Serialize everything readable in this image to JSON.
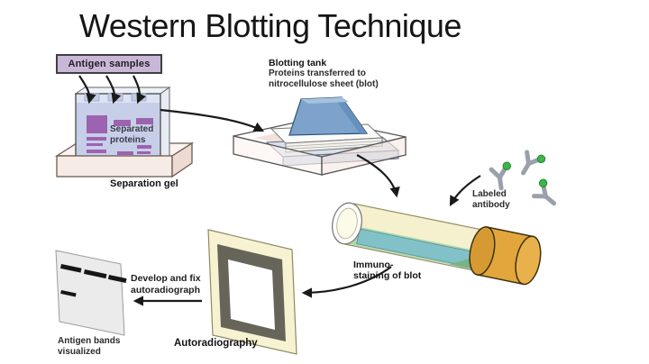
{
  "slide": {
    "title": "Western Blotting Technique"
  },
  "diagram": {
    "antigen_samples_label": "Antigen samples",
    "separated_proteins_label": "Separated\nproteins",
    "separation_gel_label": "Separation gel",
    "blotting_tank": {
      "title": "Blotting tank",
      "description": "Proteins transferred to\nnitrocellulose sheet (blot)"
    },
    "labeled_antibody_label": "Labeled\nantibody",
    "immunostaining_label": "Immuno-\nstaining of blot",
    "develop_label": "Develop and fix\nautoradiograph",
    "autoradiography_label": "Autoradiography",
    "antigen_bands_label": "Antigen bands\nvisualized"
  },
  "icons": {
    "antibody_icon": "y-shaped-antibody",
    "antibody_label_icon": "green-circle",
    "antibody_count": 3,
    "film_band_count": 4
  },
  "colors": {
    "antigen_box_fill": "#c9b7d9",
    "band_purple": "#9c63b0",
    "gel_fill": "#c7cfe8",
    "weight_blue": "#7da3cd",
    "tray_pink": "#f0ddd7",
    "tube_body": "#f5efc9",
    "liquid_green": "#a6d6ac",
    "blot_teal": "#7fbfcb",
    "cap_orange": "#e2a63c",
    "frame_cream": "#f6f2d2",
    "frame_dark": "#67655a",
    "label_green": "#3cb54a",
    "antibody_gray": "#9aa0ac",
    "arrow_black": "#1a1a1a",
    "film_gray": "#ebebeb"
  }
}
